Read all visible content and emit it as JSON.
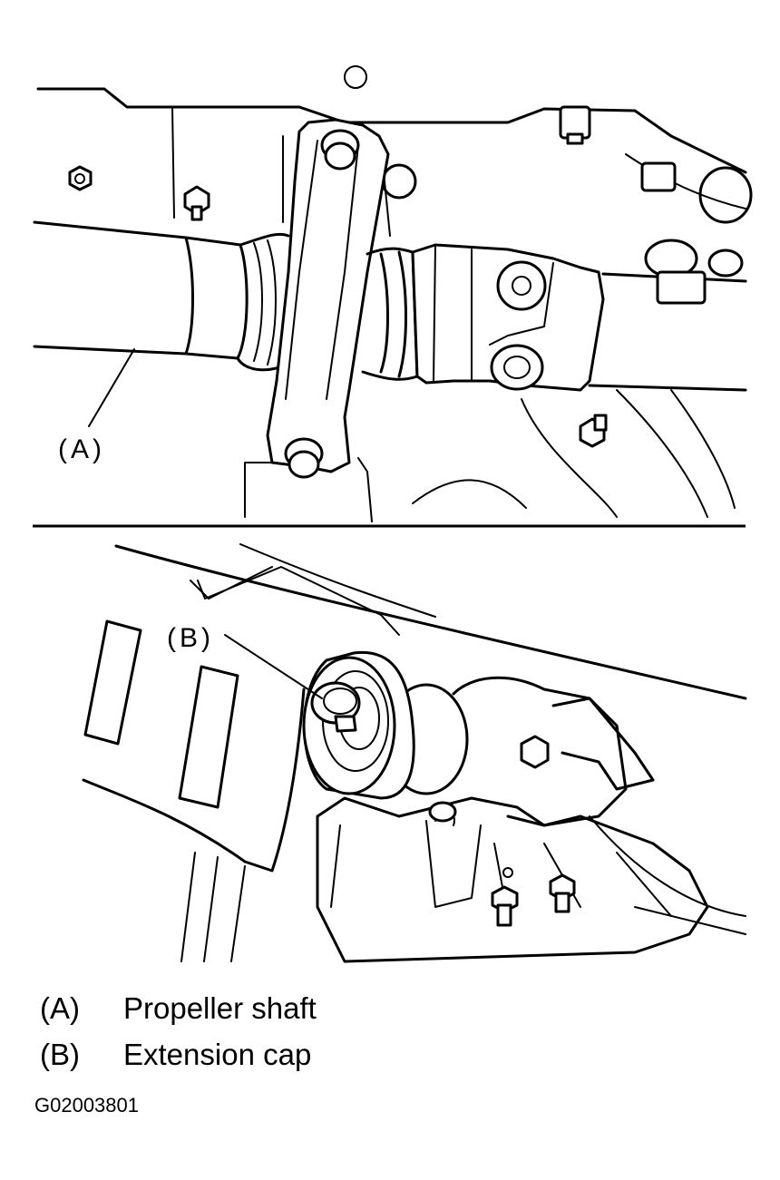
{
  "callouts": {
    "a": "(A)",
    "b": "(B)"
  },
  "legend": [
    {
      "key": "(A)",
      "label": "Propeller shaft"
    },
    {
      "key": "(B)",
      "label": "Extension cap"
    }
  ],
  "figure_code": "G02003801"
}
